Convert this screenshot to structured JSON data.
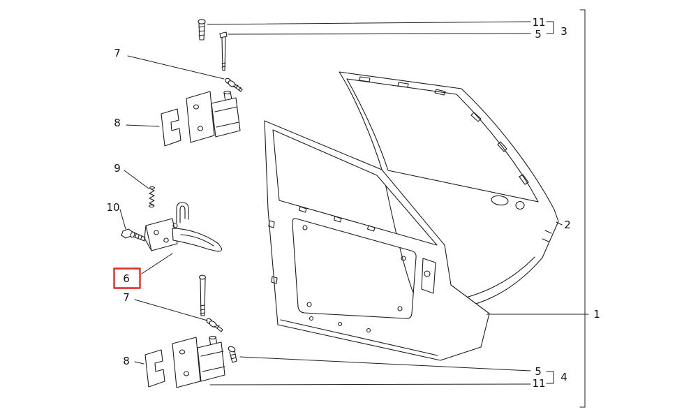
{
  "diagram": {
    "kind": "exploded-parts-diagram",
    "background_color": "#ffffff",
    "line_color": "#1d1d1d",
    "highlight_color": "#e8251f",
    "selected_callout": "6"
  },
  "callouts": [
    {
      "id": "upper-short-screw",
      "label": "11"
    },
    {
      "id": "upper-long-bolt",
      "label": "5"
    },
    {
      "id": "upper-hinge-group",
      "label": "3"
    },
    {
      "id": "upper-hinge-screw",
      "label": "7"
    },
    {
      "id": "upper-hinge-shim",
      "label": "8"
    },
    {
      "id": "spring",
      "label": "9"
    },
    {
      "id": "check-strap-bolt",
      "label": "10"
    },
    {
      "id": "door-check-strap",
      "label": "6",
      "highlighted": true
    },
    {
      "id": "lower-hinge-screw",
      "label": "7"
    },
    {
      "id": "lower-hinge-shim",
      "label": "8"
    },
    {
      "id": "outer-door-panel",
      "label": "2"
    },
    {
      "id": "inner-door-panel",
      "label": "1"
    },
    {
      "id": "lower-long-bolt",
      "label": "5"
    },
    {
      "id": "lower-short-screw",
      "label": "11"
    },
    {
      "id": "lower-hinge-group",
      "label": "4"
    }
  ]
}
